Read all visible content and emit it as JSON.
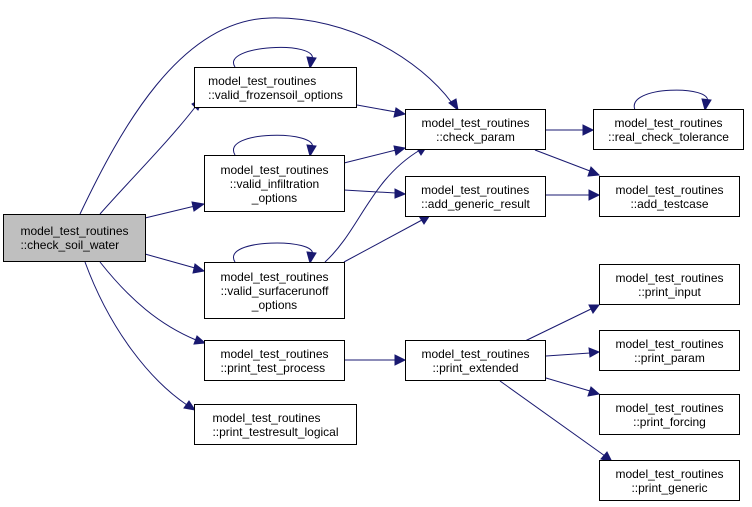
{
  "colors": {
    "edge": "#191970",
    "root_fill": "#bfbfbf",
    "node_fill": "#ffffff",
    "border": "#000000"
  },
  "nodes": {
    "check_soil_water": "model_test_routines\n::check_soil_water",
    "valid_frozensoil_options": "model_test_routines\n::valid_frozensoil_options",
    "valid_infiltration_options": "model_test_routines\n::valid_infiltration\n_options",
    "valid_surfacerunoff_options": "model_test_routines\n::valid_surfacerunoff\n_options",
    "print_test_process": "model_test_routines\n::print_test_process",
    "print_testresult_logical": "model_test_routines\n::print_testresult_logical",
    "check_param": "model_test_routines\n::check_param",
    "add_generic_result": "model_test_routines\n::add_generic_result",
    "print_extended": "model_test_routines\n::print_extended",
    "real_check_tolerance": "model_test_routines\n::real_check_tolerance",
    "add_testcase": "model_test_routines\n::add_testcase",
    "print_input": "model_test_routines\n::print_input",
    "print_param": "model_test_routines\n::print_param",
    "print_forcing": "model_test_routines\n::print_forcing",
    "print_generic": "model_test_routines\n::print_generic"
  }
}
